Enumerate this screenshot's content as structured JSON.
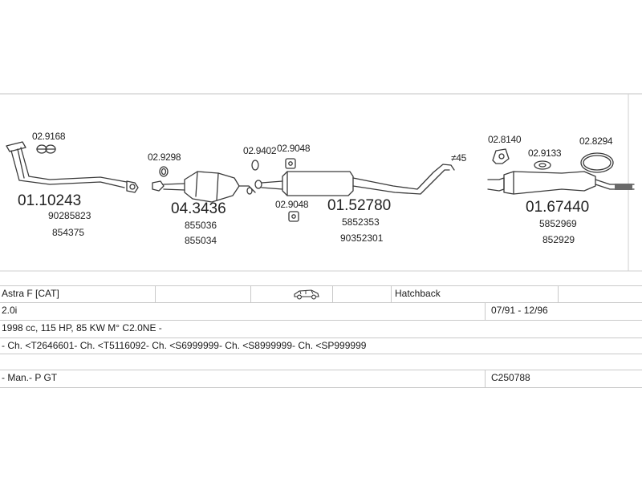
{
  "parts": [
    {
      "key": "downpipe",
      "main_code": "01.10243",
      "small_codes": [
        "02.9168"
      ],
      "refs": [
        "90285823",
        "854375"
      ]
    },
    {
      "key": "catalyst",
      "main_code": "04.3436",
      "small_codes": [
        "02.9298"
      ],
      "refs": [
        "855036",
        "855034"
      ]
    },
    {
      "key": "middle_silencer",
      "main_code": "01.52780",
      "small_codes": [
        "02.9402",
        "02.9048",
        "02.9048"
      ],
      "refs": [
        "5852353",
        "90352301"
      ]
    },
    {
      "key": "rear_silencer",
      "main_code": "01.67440",
      "small_codes": [
        "02.8140",
        "02.9133",
        "02.8294"
      ],
      "refs": [
        "5852969",
        "852929"
      ]
    }
  ],
  "angle_label": "≠45",
  "table": {
    "model": "Astra F  [CAT]",
    "body_type": "Hatchback",
    "body_icon": "car-hatchback-icon",
    "engine": "2.0i",
    "period": "07/91 - 12/96",
    "spec": "1998 cc, 115 HP, 85 KW M° C2.0NE -",
    "chassis": "- Ch. <T2646601- Ch. <T5116092- Ch. <S6999999- Ch. <S8999999- Ch. <SP999999",
    "transmission": "- Man.- P GT",
    "set_code": "C250788"
  },
  "colors": {
    "line": "#3a3a3a",
    "grid": "#c9c9c9"
  }
}
